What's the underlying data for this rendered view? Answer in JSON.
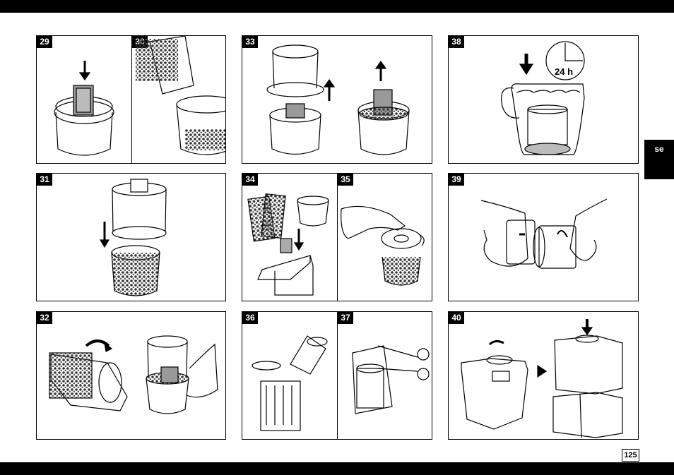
{
  "panels": {
    "p29_30": {
      "left": "29",
      "right": "30"
    },
    "p33": {
      "label": "33"
    },
    "p38": {
      "label": "38",
      "clock": "24 h"
    },
    "p31": {
      "label": "31"
    },
    "p34_35": {
      "left": "34",
      "right": "35"
    },
    "p39": {
      "label": "39"
    },
    "p32": {
      "label": "32"
    },
    "p36_37": {
      "left": "36",
      "right": "37"
    },
    "p40": {
      "label": "40"
    }
  },
  "side_tab": "se",
  "page_number": "125"
}
